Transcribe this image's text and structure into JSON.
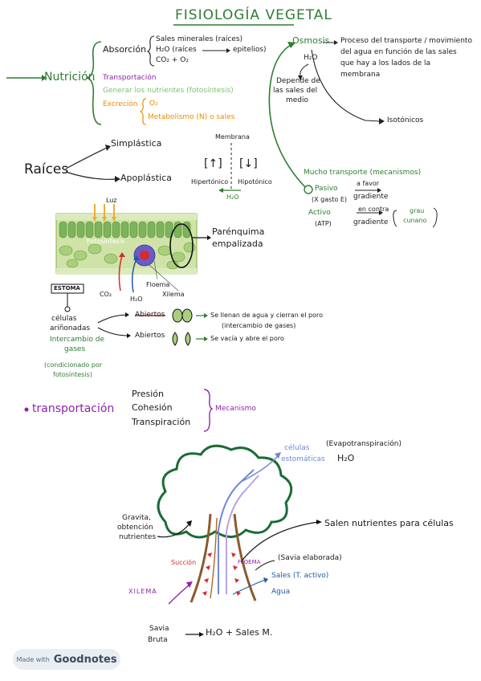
{
  "title": "FISIOLOGÍA VEGETAL",
  "nutricion": {
    "label": "Nutrición",
    "absorcion": "Absorción",
    "abs_items": [
      "Sales minerales (raíces)",
      "H₂O (raíces",
      "epitelios)",
      "CO₂ + O₂"
    ],
    "transportacion": "Transportación",
    "generar": "Generar los nutrientes (fotosíntesis)",
    "excrecion": "Excreción",
    "o2": "O₂",
    "metabolismo": "Metabolismo (N) o sales"
  },
  "osmosis": {
    "label": "Osmosis",
    "h2o": "H₂O",
    "depende": [
      "Depende de",
      "las sales del",
      "medio"
    ],
    "proceso": [
      "Proceso del transporte / movimiento",
      "del agua en función de las sales",
      "que hay a los lados de la",
      "membrana"
    ],
    "isotonicos": "Isotónicos"
  },
  "raices": {
    "label": "Raíces",
    "simplastica": "Simplástica",
    "apoplastica": "Apoplástica"
  },
  "membrana": {
    "label": "Membrana",
    "left_sym": "[↑]",
    "right_sym": "[↓]",
    "hipertonico": "Hipertónico",
    "hipotonico": "Hipotónico",
    "h2o": "H₂O"
  },
  "transporte": {
    "label": "Mucho transporte (mecanismos)",
    "pasivo": "Pasivo",
    "pasivo_sub": "(X gasto E)",
    "favor_small": "a favor",
    "gradiente1": "gradiente",
    "activo": "Activo",
    "activo_sub": "(ATP)",
    "contra_small": "en contra",
    "gradiente2": "gradiente",
    "grau_cunano": [
      "grau",
      "cunano"
    ]
  },
  "leaf": {
    "luz": "Luz",
    "fotosintesis": "Fotosíntesis",
    "parenquima": [
      "Parénquima",
      "empalizada"
    ],
    "estoma": "ESTOMA",
    "co2": "CO₂",
    "h2o": "H₂O",
    "floema": "Floema",
    "xilema": "Xilema"
  },
  "estomas": {
    "celulas": [
      "células",
      "ariñonadas"
    ],
    "intercambio": [
      "Intercambio de",
      "gases"
    ],
    "condicionado": [
      "(condicionado por",
      "fotosíntesis)"
    ],
    "abiertos_red": "Abiertos",
    "abiertos": "Abiertos",
    "desc1": [
      "Se llenan de agua y cierran el poro",
      "(intercambio de gases)"
    ],
    "desc2": "Se vacía y abre el poro"
  },
  "transportacion": {
    "label": "transportación",
    "presion": "Presión",
    "cohesion": "Cohesión",
    "transpiracion": "Transpiración",
    "mecanismo": "Mecanismo"
  },
  "tree": {
    "celulas": [
      "células",
      "estomáticas"
    ],
    "evapo": "(Evapotranspiración)",
    "h2o": "H₂O",
    "gravita": [
      "Gravita,",
      "obtención",
      "nutrientes"
    ],
    "salen": "Salen nutrientes para células",
    "succion": "Succión",
    "floema": "FLOEMA",
    "savia_elab": "(Savia elaborada)",
    "sales": "Sales (T. activo)",
    "agua": "Agua",
    "xilema": "XILEMA",
    "savia_bruta": [
      "Savia",
      "Bruta"
    ],
    "result": "H₂O + Sales M."
  },
  "footer": {
    "made_with": "Made with",
    "brand": "Goodnotes"
  },
  "colors": {
    "green": "#2e7d32",
    "purple": "#8e24aa",
    "orange": "#ef8a00",
    "blue": "#1e5aa8",
    "red": "#d62b2b"
  }
}
